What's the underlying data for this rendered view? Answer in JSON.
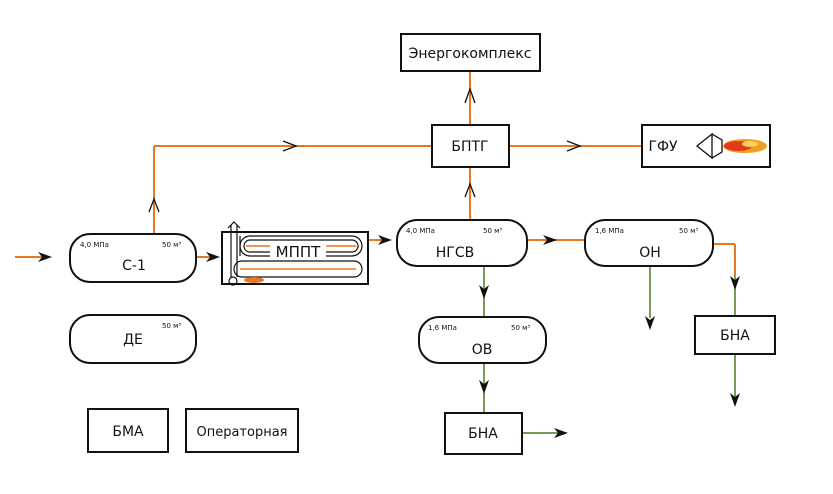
{
  "colors": {
    "gas_line": "#E87722",
    "liquid_line": "#4A7A1E",
    "outline": "#111111",
    "flame": "#F0A020"
  },
  "boxes": {
    "energy": "Энергокомплекс",
    "bptg": "БПТГ",
    "gfu": "ГФУ",
    "bma": "БМА",
    "operator": "Операторная",
    "bna_right": "БНА",
    "bna_bottom": "БНА",
    "mppt": "МППТ"
  },
  "vessels": {
    "s1": {
      "name": "С-1",
      "pressure": "4,0 МПа",
      "volume": "50 м³"
    },
    "de": {
      "name": "ДЕ",
      "pressure": "",
      "volume": "50 м³"
    },
    "ngsv": {
      "name": "НГСВ",
      "pressure": "4,0 МПа",
      "volume": "50 м³"
    },
    "on": {
      "name": "ОН",
      "pressure": "1,6 МПа",
      "volume": "50 м³"
    },
    "ov": {
      "name": "ОВ",
      "pressure": "1,6 МПа",
      "volume": "50 м³"
    }
  },
  "icons": {
    "flare": "flare-nozzle-icon",
    "heater": "furnace-coil-icon"
  }
}
